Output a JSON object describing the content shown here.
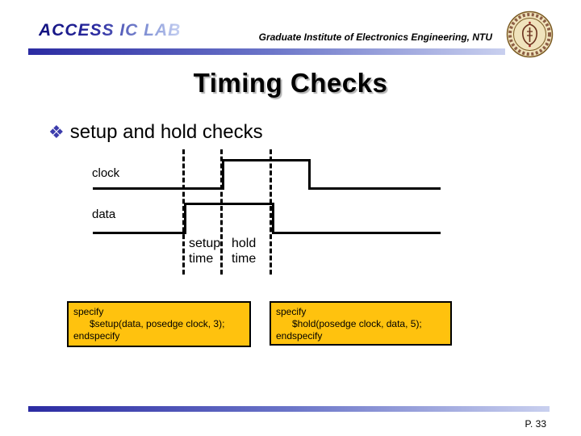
{
  "header": {
    "lab_name": "ACCESS IC LAB",
    "institute": "Graduate Institute of Electronics Engineering, NTU",
    "logo_icon": "ntu-seal-icon"
  },
  "title": "Timing Checks",
  "bullet": {
    "icon_glyph": "❖",
    "text": "setup and hold checks"
  },
  "diagram": {
    "clock_label": "clock",
    "data_label": "data",
    "setup_label_line1": "setup",
    "setup_label_line2": "time",
    "hold_label_line1": "hold",
    "hold_label_line2": "time"
  },
  "code_boxes": [
    {
      "lines": [
        "specify",
        "$setup(data, posedge clock, 3);",
        "endspecify"
      ]
    },
    {
      "lines": [
        "specify",
        "$hold(posedge clock, data, 5);",
        "endspecify"
      ]
    }
  ],
  "footer": {
    "page_number": "P. 33"
  },
  "colors": {
    "accent_bar_start": "#2b2ba2",
    "accent_bar_end": "#c9d0ef",
    "bullet_icon": "#3c3cac",
    "code_box_bg": "#ffc20e",
    "title_shadow": "#b3b3b3",
    "seal_ring": "#6b321e",
    "seal_fill": "#f0e3bc"
  }
}
